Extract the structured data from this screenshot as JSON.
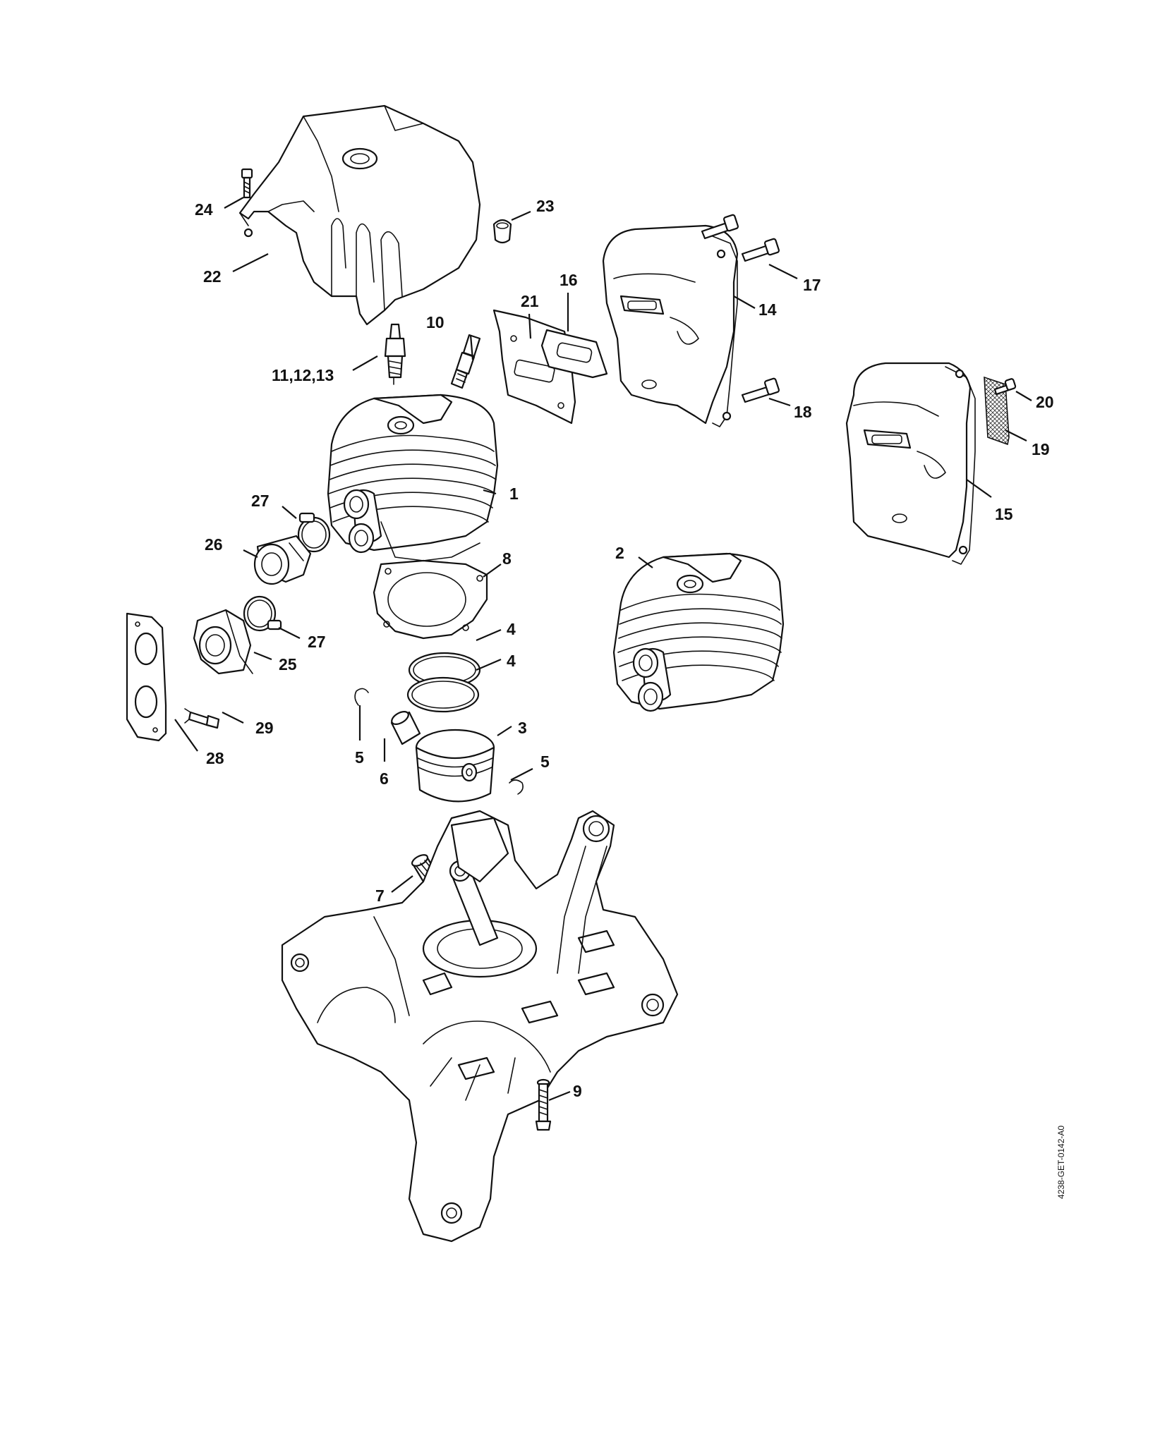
{
  "drawing_code": "4238-GET-0142-A0",
  "labels": {
    "l1": "1",
    "l2": "2",
    "l3": "3",
    "l4a": "4",
    "l4b": "4",
    "l5a": "5",
    "l5b": "5",
    "l6": "6",
    "l7": "7",
    "l8": "8",
    "l9": "9",
    "l10": "10",
    "l11": "11,12,13",
    "l14": "14",
    "l15": "15",
    "l16": "16",
    "l17": "17",
    "l18": "18",
    "l19": "19",
    "l20": "20",
    "l21": "21",
    "l22": "22",
    "l23": "23",
    "l24": "24",
    "l25": "25",
    "l26": "26",
    "l27a": "27",
    "l27b": "27",
    "l28": "28",
    "l29": "29"
  }
}
